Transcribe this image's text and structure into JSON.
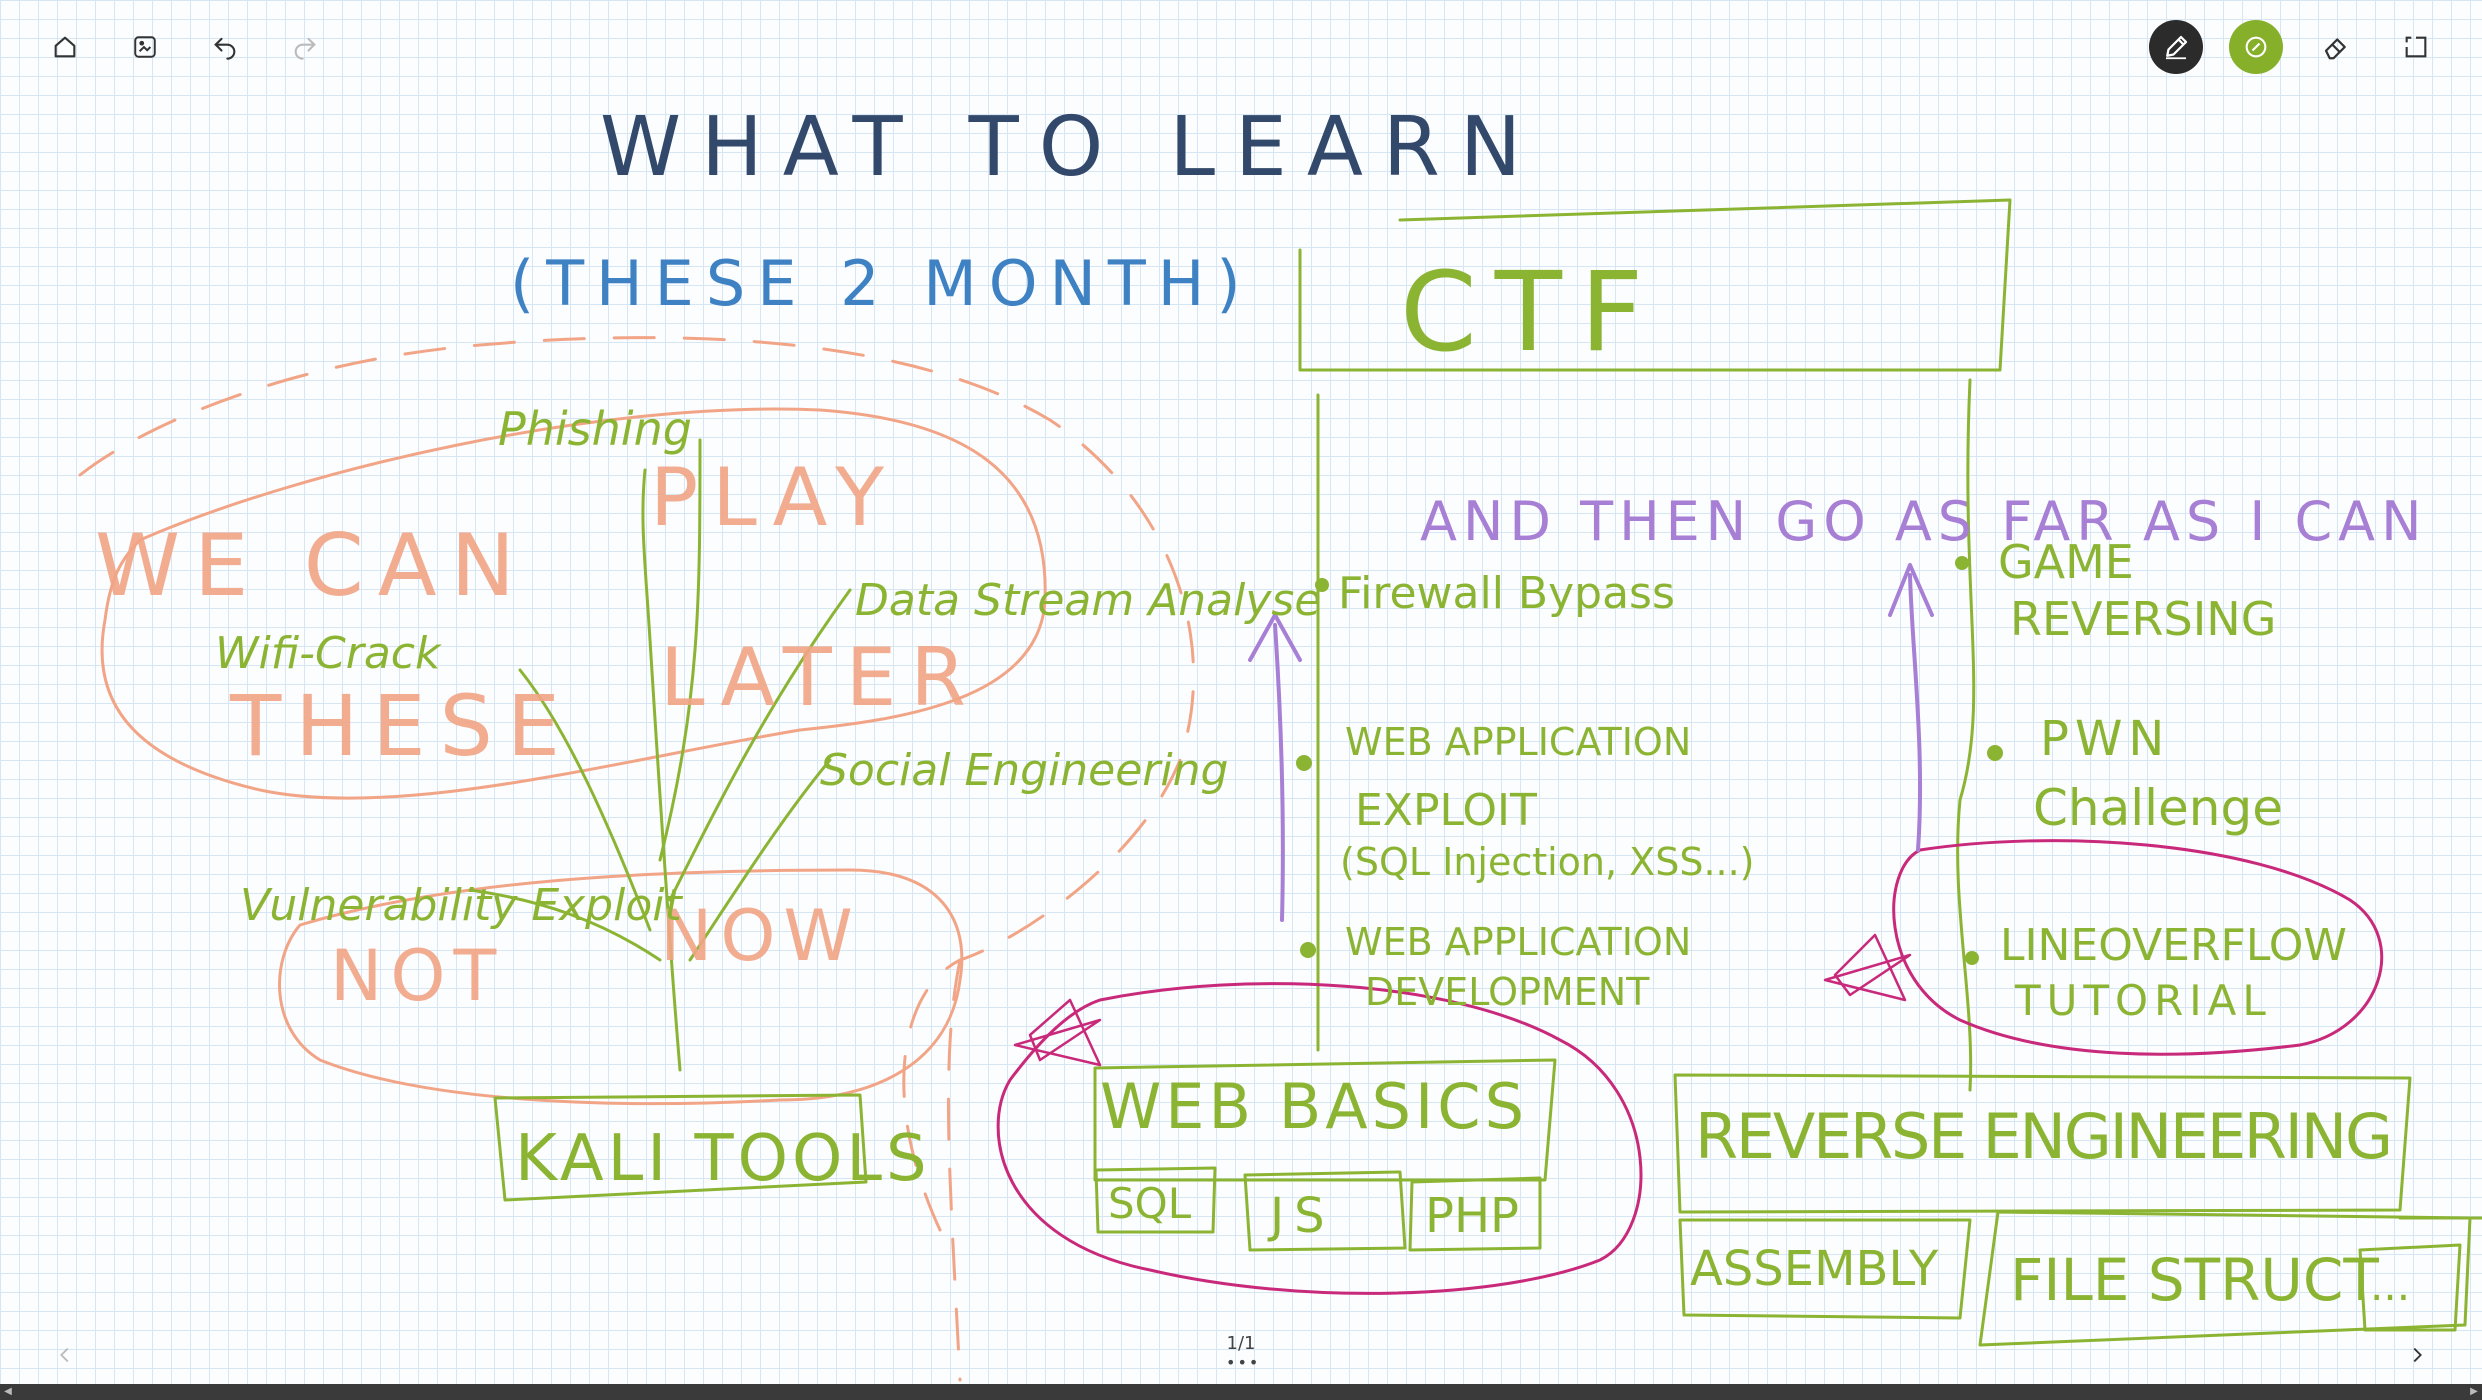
{
  "toolbar": {
    "left": [
      {
        "name": "home-icon"
      },
      {
        "name": "image-icon"
      },
      {
        "name": "undo-icon"
      },
      {
        "name": "redo-icon"
      }
    ],
    "right": [
      {
        "name": "pen-icon",
        "active": true
      },
      {
        "name": "highlighter-icon"
      },
      {
        "name": "eraser-icon"
      },
      {
        "name": "lasso-icon"
      }
    ],
    "colors": {
      "pen_bg": "#2b2b2b",
      "highlighter_bg": "#86b02a"
    }
  },
  "sketch": {
    "colors": {
      "navy": "#33496b",
      "blue": "#3f82c4",
      "green": "#8cb433",
      "orange": "#f2a586",
      "purple": "#a77fd4",
      "magenta": "#c9297a"
    },
    "title": "WHAT TO LEARN",
    "subtitle": "(THESE 2 MONTH)",
    "later_note": [
      "WE CAN",
      "PLAY",
      "THESE",
      "LATER"
    ],
    "now_note": [
      "NOT",
      "NOW"
    ],
    "kali": {
      "box": "KALI TOOLS",
      "branches": [
        "Phishing",
        "Wifi-Crack",
        "Data Stream Analyse",
        "Social Engineering",
        "Vulnerability Exploit"
      ]
    },
    "ctf": {
      "box": "CTF",
      "aim": "AND THEN GO AS FAR AS I CAN",
      "web_steps": [
        "Firewall Bypass",
        "WEB APPLICATION",
        "EXPLOIT",
        "(SQL Injection, XSS...)",
        "WEB APPLICATION",
        "DEVELOPMENT"
      ],
      "web_box": "WEB BASICS",
      "web_sub": [
        "SQL",
        "JS",
        "PHP"
      ],
      "re_steps": [
        "GAME",
        "REVERSING",
        "PWN",
        "Challenge",
        "LINEOVERFLOW",
        "TUTORIAL"
      ],
      "re_box": "REVERSE ENGINEERING",
      "re_sub": [
        "ASSEMBLY",
        "FILE STRUCT",
        "..."
      ]
    }
  },
  "pager": {
    "current_of_total": "1/1",
    "dots": "•••"
  }
}
